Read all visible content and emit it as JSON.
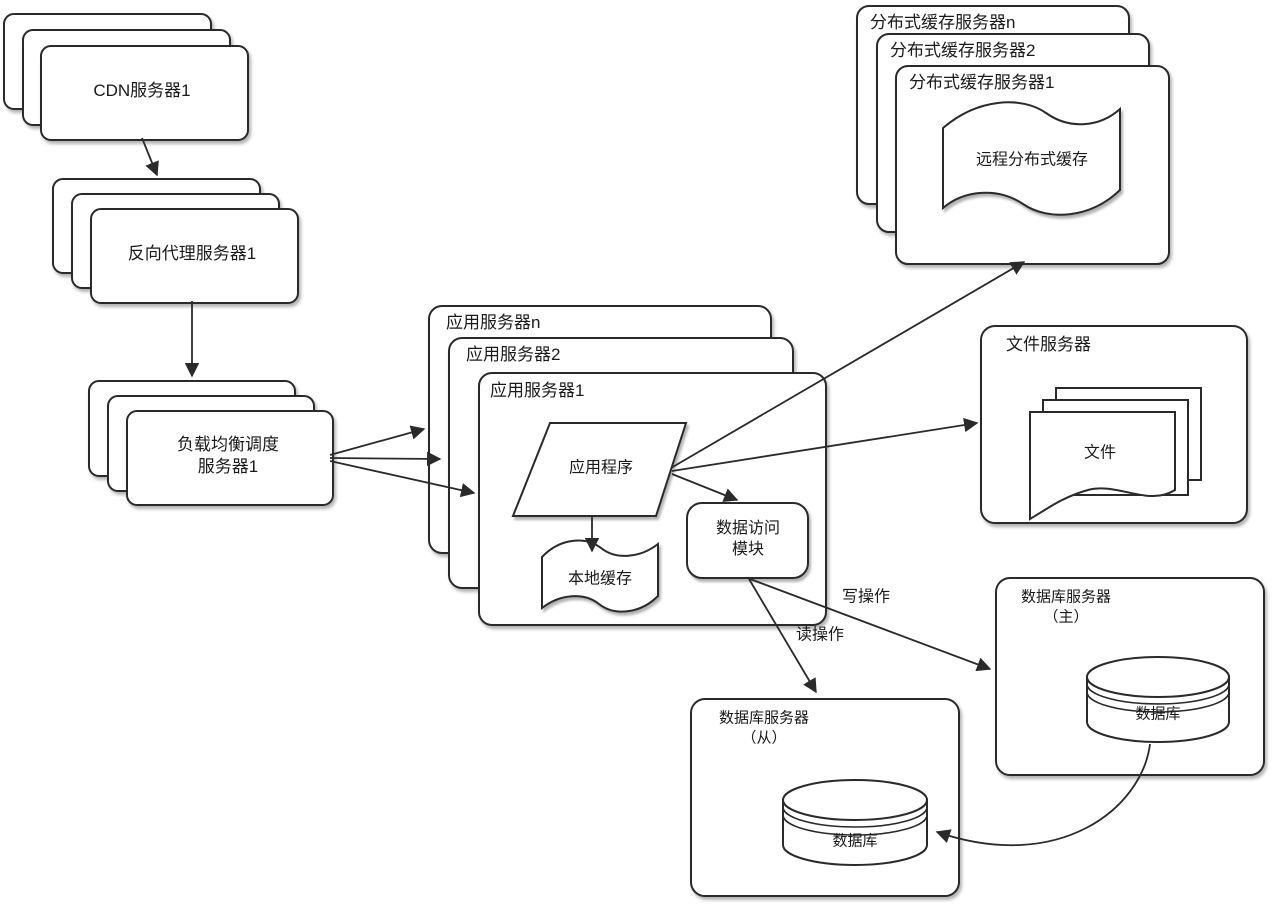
{
  "stacks": {
    "cdn": {
      "label": "CDN服务器1"
    },
    "reverse_proxy": {
      "label": "反向代理服务器1"
    },
    "load_balancer": {
      "line1": "负载均衡调度",
      "line2": "服务器1"
    }
  },
  "app_servers": {
    "server_n": "应用服务器n",
    "server_2": "应用服务器2",
    "server_1": "应用服务器1",
    "app_program": "应用程序",
    "local_cache": "本地缓存",
    "data_access_module": {
      "line1": "数据访问",
      "line2": "模块"
    }
  },
  "distributed_cache": {
    "server_n": "分布式缓存服务器n",
    "server_2": "分布式缓存服务器2",
    "server_1": "分布式缓存服务器1",
    "remote_cache": "远程分布式缓存"
  },
  "file_server": {
    "title": "文件服务器",
    "files": "文件"
  },
  "database": {
    "master": {
      "title": "数据库服务器",
      "role": "（主）",
      "db": "数据库"
    },
    "slave": {
      "title": "数据库服务器",
      "role": "（从）",
      "db": "数据库"
    }
  },
  "edge_labels": {
    "write": "写操作",
    "read": "读操作"
  }
}
